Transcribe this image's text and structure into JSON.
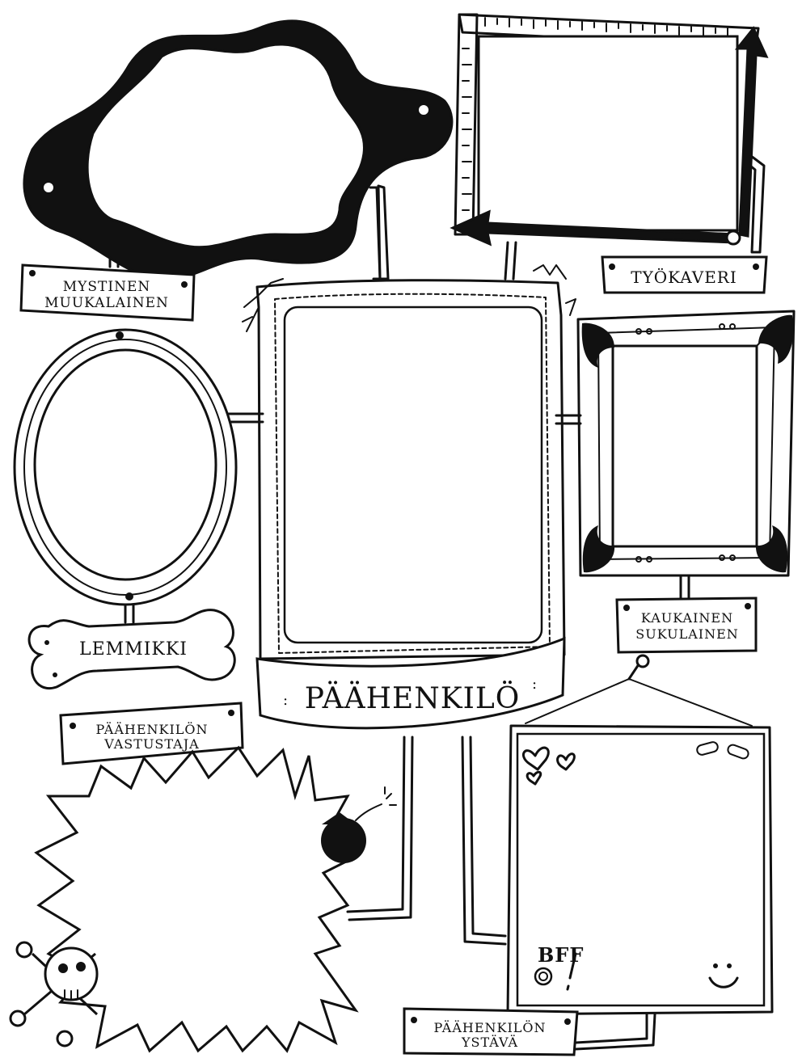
{
  "labels": {
    "alien_line1": "MYSTINEN",
    "alien_line2": "MUUKALAINEN",
    "coworker": "TYÖKAVERI",
    "pet": "LEMMIKKI",
    "relative_line1": "KAUKAINEN",
    "relative_line2": "SUKULAINEN",
    "main": "PÄÄHENKILÖ",
    "opponent_line1": "PÄÄHENKILÖN",
    "opponent_line2": "VASTUSTAJA",
    "friend_line1": "PÄÄHENKILÖN",
    "friend_line2": "YSTÄVÄ",
    "bff": "BFF"
  },
  "icons": [
    "bone-icon",
    "bomb-icon",
    "skull-crossbones-icon",
    "hearts-icon",
    "candy-icon",
    "smiley-icon",
    "ruler-icon",
    "pushpin-icon"
  ],
  "colors": {
    "ink": "#111111",
    "paper": "#ffffff"
  }
}
